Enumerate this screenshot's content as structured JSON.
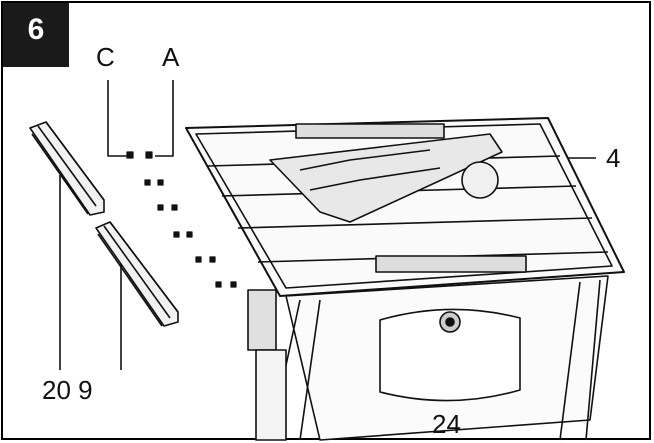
{
  "figure": {
    "step_number": "6",
    "labels": {
      "c": "C",
      "a": "A",
      "four": "4",
      "twenty_nine": "20 9",
      "twenty_four": "24"
    },
    "colors": {
      "ink": "#111111",
      "badge_bg": "#1a1a1a",
      "badge_text": "#ffffff",
      "paper": "#ffffff"
    }
  }
}
